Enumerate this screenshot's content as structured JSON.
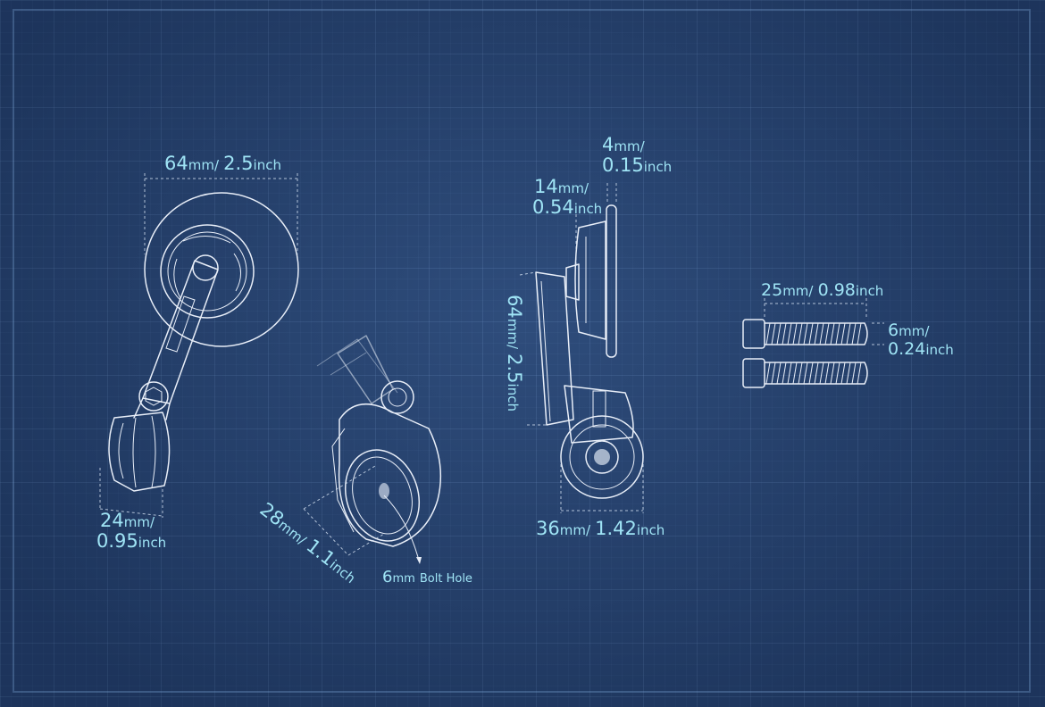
{
  "dimensions": {
    "mirror_width": {
      "mm_value": "64",
      "mm_unit": "mm",
      "sep": "/",
      "inch_value": "2.5",
      "inch_unit": "inch"
    },
    "clamp_width": {
      "mm_value": "24",
      "mm_unit": "mm",
      "sep": "/",
      "inch_value": "0.95",
      "inch_unit": "inch"
    },
    "clamp_depth": {
      "mm_value": "28",
      "mm_unit": "mm",
      "sep": "/",
      "inch_value": "1.1",
      "inch_unit": "inch"
    },
    "bolt_hole": {
      "mm_value": "6",
      "mm_unit": "mm",
      "label": "Bolt Hole"
    },
    "mirror_thickness": {
      "mm_value": "4",
      "mm_unit": "mm",
      "sep": "/",
      "inch_value": "0.15",
      "inch_unit": "inch"
    },
    "mount_depth": {
      "mm_value": "14",
      "mm_unit": "mm",
      "sep": "/",
      "inch_value": "0.54",
      "inch_unit": "inch"
    },
    "arm_height": {
      "mm_value": "64",
      "mm_unit": "mm",
      "sep": "/",
      "inch_value": "2.5",
      "inch_unit": "inch"
    },
    "clamp_diameter": {
      "mm_value": "36",
      "mm_unit": "mm",
      "sep": "/",
      "inch_value": "1.42",
      "inch_unit": "inch"
    },
    "bolt_length": {
      "mm_value": "25",
      "mm_unit": "mm",
      "sep": "/",
      "inch_value": "0.98",
      "inch_unit": "inch"
    },
    "bolt_diameter": {
      "mm_value": "6",
      "mm_unit": "mm",
      "sep": "/",
      "inch_value": "0.24",
      "inch_unit": "inch"
    }
  },
  "colors": {
    "background": "#27436f",
    "line": "#e8eef8",
    "label": "#9fe4f5"
  }
}
